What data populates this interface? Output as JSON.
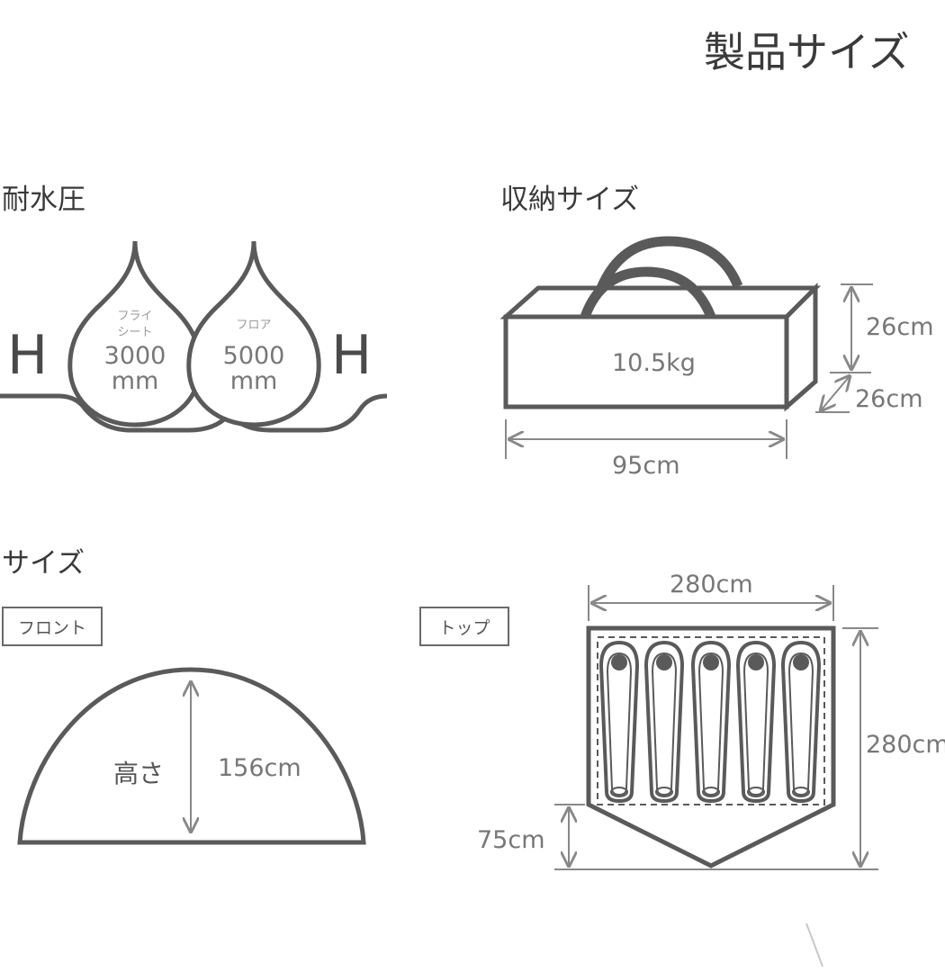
{
  "page_title": "製品サイズ",
  "water": {
    "heading": "耐水圧",
    "fly": {
      "label1": "フライ",
      "label2": "シート",
      "value": "3000",
      "unit": "mm"
    },
    "floor": {
      "label": "フロア",
      "value": "5000",
      "unit": "mm"
    },
    "h_left": "H",
    "h_right": "H"
  },
  "storage": {
    "heading": "収納サイズ",
    "weight": "10.5kg",
    "height": "26cm",
    "depth": "26cm",
    "width": "95cm"
  },
  "size": {
    "heading": "サイズ",
    "front_label": "フロント",
    "top_label": "トップ",
    "height_label": "高さ",
    "height_value": "156cm",
    "top_width": "280cm",
    "top_length": "280cm",
    "vestibule": "75cm"
  }
}
